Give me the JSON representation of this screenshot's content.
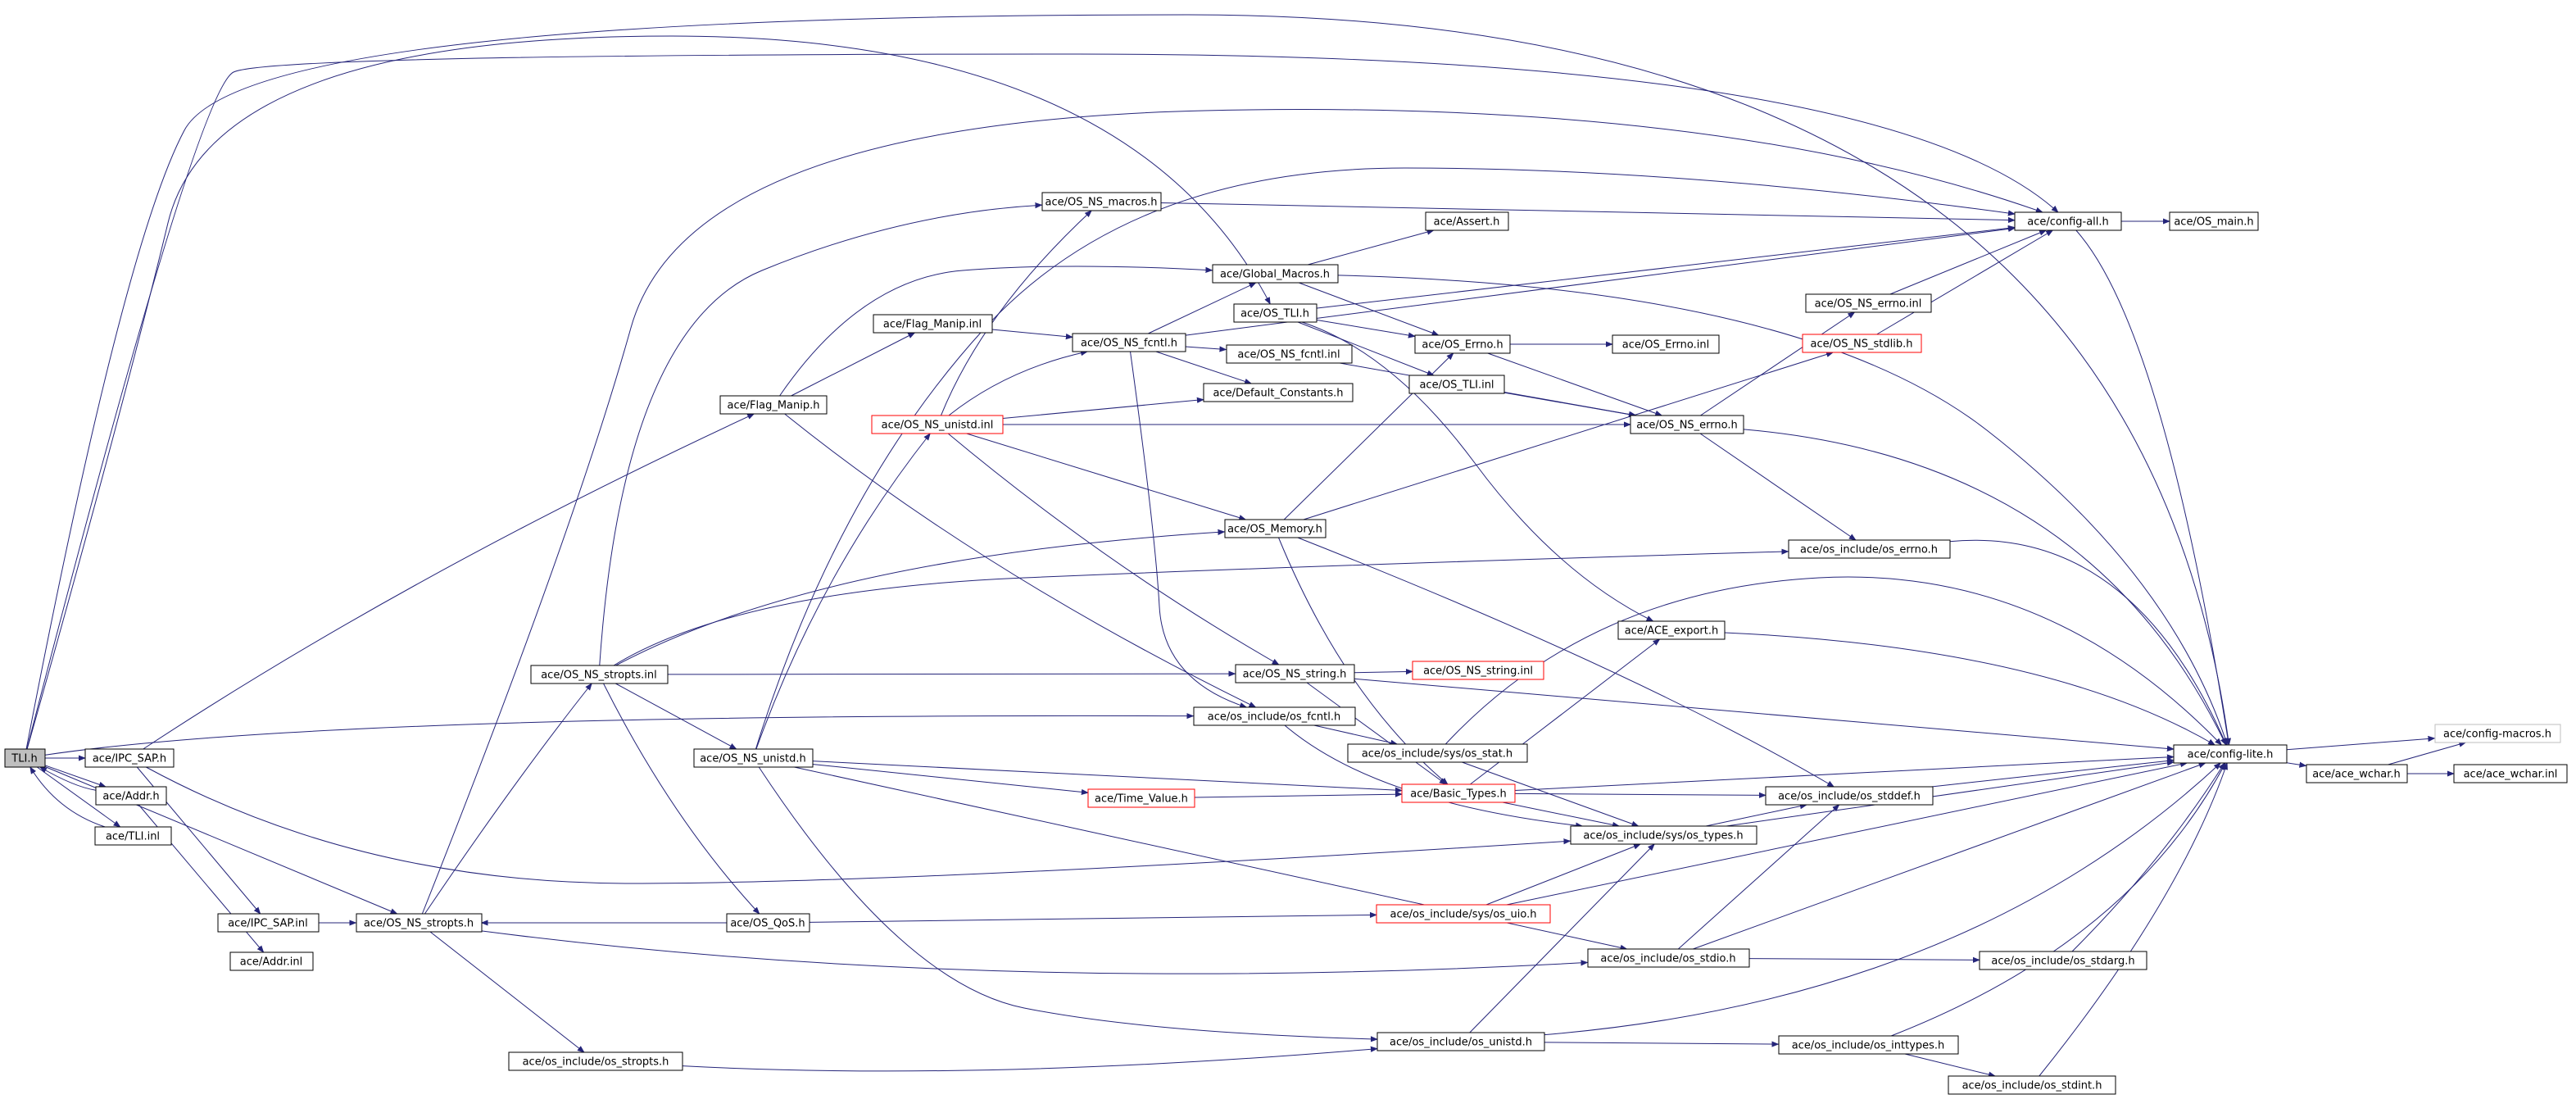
{
  "colors": {
    "edge": "#25257a",
    "node_border": "#000000",
    "node_border_red": "#ff0000",
    "node_border_gray": "#bfbfbf",
    "node_fill": "#ffffff",
    "root_fill": "#bfbfbf",
    "text": "#000000"
  },
  "nodes": [
    {
      "id": "tli_h",
      "label": "TLI.h",
      "style": "root"
    },
    {
      "id": "ipc_sap_h",
      "label": "ace/IPC_SAP.h",
      "style": "normal"
    },
    {
      "id": "addr_h",
      "label": "ace/Addr.h",
      "style": "normal"
    },
    {
      "id": "tli_inl",
      "label": "ace/TLI.inl",
      "style": "normal"
    },
    {
      "id": "ipc_sap_inl",
      "label": "ace/IPC_SAP.inl",
      "style": "normal"
    },
    {
      "id": "addr_inl",
      "label": "ace/Addr.inl",
      "style": "normal"
    },
    {
      "id": "os_ns_stropts_h",
      "label": "ace/OS_NS_stropts.h",
      "style": "normal"
    },
    {
      "id": "os_ns_stropts_inl",
      "label": "ace/OS_NS_stropts.inl",
      "style": "normal"
    },
    {
      "id": "os_ns_unistd_h",
      "label": "ace/OS_NS_unistd.h",
      "style": "normal"
    },
    {
      "id": "os_qos_h",
      "label": "ace/OS_QoS.h",
      "style": "normal"
    },
    {
      "id": "os_include_os_stropts_h",
      "label": "ace/os_include/os_stropts.h",
      "style": "normal"
    },
    {
      "id": "flag_manip_h",
      "label": "ace/Flag_Manip.h",
      "style": "normal"
    },
    {
      "id": "flag_manip_inl",
      "label": "ace/Flag_Manip.inl",
      "style": "normal"
    },
    {
      "id": "os_ns_unistd_inl",
      "label": "ace/OS_NS_unistd.inl",
      "style": "red"
    },
    {
      "id": "os_ns_macros_h",
      "label": "ace/OS_NS_macros.h",
      "style": "normal"
    },
    {
      "id": "os_ns_fcntl_h",
      "label": "ace/OS_NS_fcntl.h",
      "style": "normal"
    },
    {
      "id": "global_macros_h",
      "label": "ace/Global_Macros.h",
      "style": "normal"
    },
    {
      "id": "os_tli_h",
      "label": "ace/OS_TLI.h",
      "style": "normal"
    },
    {
      "id": "os_ns_fcntl_inl",
      "label": "ace/OS_NS_fcntl.inl",
      "style": "normal"
    },
    {
      "id": "default_constants_h",
      "label": "ace/Default_Constants.h",
      "style": "normal"
    },
    {
      "id": "assert_h",
      "label": "ace/Assert.h",
      "style": "normal"
    },
    {
      "id": "os_errno_h",
      "label": "ace/OS_Errno.h",
      "style": "normal"
    },
    {
      "id": "os_tli_inl",
      "label": "ace/OS_TLI.inl",
      "style": "normal"
    },
    {
      "id": "os_errno_inl",
      "label": "ace/OS_Errno.inl",
      "style": "normal"
    },
    {
      "id": "os_ns_errno_h",
      "label": "ace/OS_NS_errno.h",
      "style": "normal"
    },
    {
      "id": "os_ns_errno_inl",
      "label": "ace/OS_NS_errno.inl",
      "style": "normal"
    },
    {
      "id": "os_ns_stdlib_h",
      "label": "ace/OS_NS_stdlib.h",
      "style": "red"
    },
    {
      "id": "config_all_h",
      "label": "ace/config-all.h",
      "style": "normal"
    },
    {
      "id": "os_main_h",
      "label": "ace/OS_main.h",
      "style": "normal"
    },
    {
      "id": "os_memory_h",
      "label": "ace/OS_Memory.h",
      "style": "normal"
    },
    {
      "id": "os_include_os_errno_h",
      "label": "ace/os_include/os_errno.h",
      "style": "normal"
    },
    {
      "id": "ace_export_h",
      "label": "ace/ACE_export.h",
      "style": "normal"
    },
    {
      "id": "os_ns_string_h",
      "label": "ace/OS_NS_string.h",
      "style": "normal"
    },
    {
      "id": "os_ns_string_inl",
      "label": "ace/OS_NS_string.inl",
      "style": "red"
    },
    {
      "id": "os_include_os_fcntl_h",
      "label": "ace/os_include/os_fcntl.h",
      "style": "normal"
    },
    {
      "id": "os_include_sys_os_stat_h",
      "label": "ace/os_include/sys/os_stat.h",
      "style": "normal"
    },
    {
      "id": "basic_types_h",
      "label": "ace/Basic_Types.h",
      "style": "red"
    },
    {
      "id": "time_value_h",
      "label": "ace/Time_Value.h",
      "style": "red"
    },
    {
      "id": "os_include_os_stddef_h",
      "label": "ace/os_include/os_stddef.h",
      "style": "normal"
    },
    {
      "id": "os_include_sys_os_types_h",
      "label": "ace/os_include/sys/os_types.h",
      "style": "normal"
    },
    {
      "id": "os_include_sys_os_uio_h",
      "label": "ace/os_include/sys/os_uio.h",
      "style": "red"
    },
    {
      "id": "os_include_os_stdio_h",
      "label": "ace/os_include/os_stdio.h",
      "style": "normal"
    },
    {
      "id": "os_include_os_stdarg_h",
      "label": "ace/os_include/os_stdarg.h",
      "style": "normal"
    },
    {
      "id": "os_include_os_unistd_h",
      "label": "ace/os_include/os_unistd.h",
      "style": "normal"
    },
    {
      "id": "os_include_os_inttypes_h",
      "label": "ace/os_include/os_inttypes.h",
      "style": "normal"
    },
    {
      "id": "os_include_os_stdint_h",
      "label": "ace/os_include/os_stdint.h",
      "style": "normal"
    },
    {
      "id": "config_lite_h",
      "label": "ace/config-lite.h",
      "style": "normal"
    },
    {
      "id": "ace_wchar_h",
      "label": "ace/ace_wchar.h",
      "style": "normal"
    },
    {
      "id": "config_macros_h",
      "label": "ace/config-macros.h",
      "style": "gray"
    },
    {
      "id": "ace_wchar_inl",
      "label": "ace/ace_wchar.inl",
      "style": "normal"
    }
  ],
  "edges": [
    [
      "tli_h",
      "ipc_sap_h"
    ],
    [
      "tli_h",
      "addr_h"
    ],
    [
      "tli_h",
      "tli_inl"
    ],
    [
      "tli_h",
      "os_ns_stropts_h"
    ],
    [
      "tli_h",
      "os_include_os_fcntl_h"
    ],
    [
      "tli_h",
      "os_tli_h"
    ],
    [
      "tli_h",
      "config_all_h"
    ],
    [
      "tli_h",
      "config_lite_h"
    ],
    [
      "ipc_sap_h",
      "ipc_sap_inl"
    ],
    [
      "ipc_sap_h",
      "flag_manip_h"
    ],
    [
      "ipc_sap_h",
      "os_include_sys_os_types_h"
    ],
    [
      "addr_h",
      "addr_inl"
    ],
    [
      "addr_h",
      "tli_h"
    ],
    [
      "tli_inl",
      "tli_h"
    ],
    [
      "ipc_sap_inl",
      "os_ns_stropts_h"
    ],
    [
      "os_ns_stropts_h",
      "os_ns_stropts_inl"
    ],
    [
      "os_ns_stropts_h",
      "os_include_os_stropts_h"
    ],
    [
      "os_ns_stropts_h",
      "os_include_os_stdio_h"
    ],
    [
      "os_ns_stropts_h",
      "config_all_h"
    ],
    [
      "os_ns_stropts_inl",
      "os_ns_unistd_h"
    ],
    [
      "os_ns_stropts_inl",
      "os_qos_h"
    ],
    [
      "os_ns_stropts_inl",
      "os_ns_string_h"
    ],
    [
      "os_ns_stropts_inl",
      "os_memory_h"
    ],
    [
      "os_ns_stropts_inl",
      "os_ns_macros_h"
    ],
    [
      "os_ns_stropts_inl",
      "os_include_os_errno_h"
    ],
    [
      "os_qos_h",
      "os_ns_stropts_h"
    ],
    [
      "os_qos_h",
      "os_include_sys_os_uio_h"
    ],
    [
      "os_include_os_stropts_h",
      "os_include_os_unistd_h"
    ],
    [
      "os_ns_unistd_h",
      "os_ns_unistd_inl"
    ],
    [
      "os_ns_unistd_h",
      "time_value_h"
    ],
    [
      "os_ns_unistd_h",
      "basic_types_h"
    ],
    [
      "os_ns_unistd_h",
      "os_include_os_unistd_h"
    ],
    [
      "os_ns_unistd_h",
      "os_include_os_stdio_h"
    ],
    [
      "os_ns_unistd_h",
      "config_all_h"
    ],
    [
      "flag_manip_h",
      "flag_manip_inl"
    ],
    [
      "flag_manip_h",
      "global_macros_h"
    ],
    [
      "flag_manip_h",
      "os_include_os_fcntl_h"
    ],
    [
      "flag_manip_inl",
      "os_ns_fcntl_h"
    ],
    [
      "os_ns_unistd_inl",
      "os_ns_fcntl_h"
    ],
    [
      "os_ns_unistd_inl",
      "os_ns_macros_h"
    ],
    [
      "os_ns_unistd_inl",
      "default_constants_h"
    ],
    [
      "os_ns_unistd_inl",
      "os_ns_errno_h"
    ],
    [
      "os_ns_unistd_inl",
      "os_memory_h"
    ],
    [
      "os_ns_unistd_inl",
      "os_ns_string_h"
    ],
    [
      "os_ns_fcntl_h",
      "os_ns_fcntl_inl"
    ],
    [
      "os_ns_fcntl_h",
      "default_constants_h"
    ],
    [
      "os_ns_fcntl_h",
      "global_macros_h"
    ],
    [
      "os_ns_fcntl_h",
      "os_include_os_fcntl_h"
    ],
    [
      "os_ns_fcntl_h",
      "config_all_h"
    ],
    [
      "os_ns_macros_h",
      "config_all_h"
    ],
    [
      "global_macros_h",
      "assert_h"
    ],
    [
      "global_macros_h",
      "os_errno_h"
    ],
    [
      "global_macros_h",
      "config_lite_h"
    ],
    [
      "os_tli_h",
      "os_errno_h"
    ],
    [
      "os_tli_h",
      "os_tli_inl"
    ],
    [
      "os_tli_h",
      "ace_export_h"
    ],
    [
      "os_tli_h",
      "config_all_h"
    ],
    [
      "os_ns_fcntl_inl",
      "os_ns_errno_h"
    ],
    [
      "os_tli_inl",
      "os_ns_errno_h"
    ],
    [
      "os_errno_h",
      "os_errno_inl"
    ],
    [
      "os_errno_h",
      "os_ns_errno_h"
    ],
    [
      "os_ns_errno_h",
      "os_ns_errno_inl"
    ],
    [
      "os_ns_errno_h",
      "os_include_os_errno_h"
    ],
    [
      "os_ns_errno_h",
      "config_lite_h"
    ],
    [
      "os_ns_errno_inl",
      "config_all_h"
    ],
    [
      "os_ns_stdlib_h",
      "config_all_h"
    ],
    [
      "config_all_h",
      "os_main_h"
    ],
    [
      "config_all_h",
      "config_lite_h"
    ],
    [
      "os_memory_h",
      "os_errno_h"
    ],
    [
      "os_memory_h",
      "basic_types_h"
    ],
    [
      "os_memory_h",
      "os_include_os_stddef_h"
    ],
    [
      "os_memory_h",
      "os_ns_stdlib_h"
    ],
    [
      "os_include_os_errno_h",
      "config_lite_h"
    ],
    [
      "ace_export_h",
      "config_lite_h"
    ],
    [
      "os_ns_string_h",
      "os_ns_string_inl"
    ],
    [
      "os_ns_string_h",
      "basic_types_h"
    ],
    [
      "os_ns_string_h",
      "config_lite_h"
    ],
    [
      "os_include_os_fcntl_h",
      "os_include_sys_os_stat_h"
    ],
    [
      "os_include_os_fcntl_h",
      "os_include_sys_os_types_h"
    ],
    [
      "os_include_sys_os_stat_h",
      "os_include_sys_os_types_h"
    ],
    [
      "os_include_sys_os_stat_h",
      "config_lite_h"
    ],
    [
      "basic_types_h",
      "ace_export_h"
    ],
    [
      "basic_types_h",
      "os_include_os_stddef_h"
    ],
    [
      "basic_types_h",
      "os_include_sys_os_types_h"
    ],
    [
      "basic_types_h",
      "config_lite_h"
    ],
    [
      "time_value_h",
      "basic_types_h"
    ],
    [
      "os_include_os_stddef_h",
      "config_lite_h"
    ],
    [
      "os_include_sys_os_types_h",
      "os_include_os_stddef_h"
    ],
    [
      "os_include_sys_os_types_h",
      "config_lite_h"
    ],
    [
      "os_include_sys_os_uio_h",
      "os_include_sys_os_types_h"
    ],
    [
      "os_include_sys_os_uio_h",
      "config_lite_h"
    ],
    [
      "os_include_os_stdio_h",
      "os_include_os_stdarg_h"
    ],
    [
      "os_include_os_stdio_h",
      "os_include_os_stddef_h"
    ],
    [
      "os_include_os_stdio_h",
      "config_lite_h"
    ],
    [
      "os_include_os_stdarg_h",
      "config_lite_h"
    ],
    [
      "os_include_os_unistd_h",
      "os_include_os_inttypes_h"
    ],
    [
      "os_include_os_unistd_h",
      "os_include_sys_os_types_h"
    ],
    [
      "os_include_os_unistd_h",
      "config_lite_h"
    ],
    [
      "os_include_os_inttypes_h",
      "os_include_os_stdint_h"
    ],
    [
      "os_include_os_inttypes_h",
      "config_lite_h"
    ],
    [
      "os_include_os_stdint_h",
      "config_lite_h"
    ],
    [
      "config_lite_h",
      "ace_wchar_h"
    ],
    [
      "config_lite_h",
      "config_macros_h"
    ],
    [
      "ace_wchar_h",
      "ace_wchar_inl"
    ],
    [
      "ace_wchar_h",
      "config_macros_h"
    ]
  ]
}
